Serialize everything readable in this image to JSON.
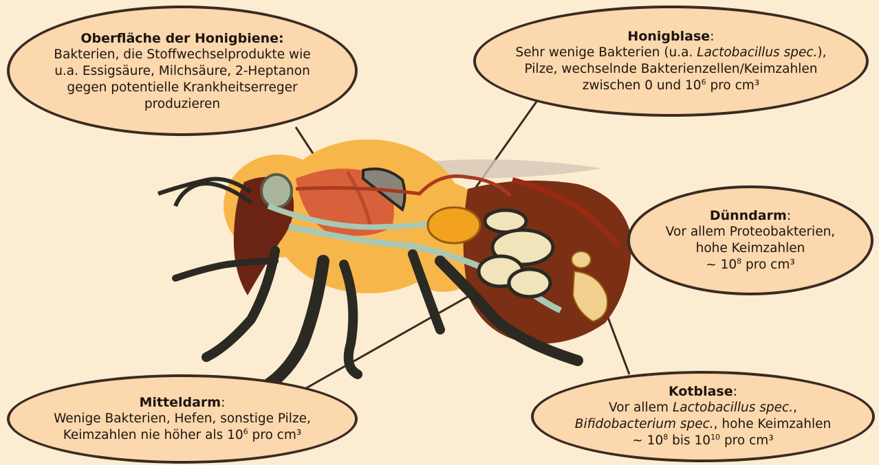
{
  "callouts": {
    "surface": {
      "title": "Oberfläche der Honigbiene:",
      "lines": [
        "Bakterien, die Stoffwechselprodukte wie",
        "u.a. Essigsäure, Milchsäure, 2-Heptanon",
        "gegen potentielle Krankheitserreger",
        "produzieren"
      ]
    },
    "crop": {
      "title": "Honigblase",
      "colon": ":",
      "line1_a": "Sehr wenige Bakterien (u.a. ",
      "line1_italic": "Lactobacillus spec.",
      "line1_b": "),",
      "line2": "Pilze, wechselnde Bakterienzellen/Keimzahlen",
      "line3_a": "zwischen 0 und 10",
      "line3_sup": "6",
      "line3_b": " pro cm³"
    },
    "ileum": {
      "title": "Dünndarm",
      "colon": ":",
      "line1": "Vor allem Proteobakterien,",
      "line2": "hohe Keimzahlen",
      "line3_a": "~ 10",
      "line3_sup": "8",
      "line3_b": " pro cm³"
    },
    "midgut": {
      "title": "Mitteldarm",
      "colon": ":",
      "line1": "Wenige Bakterien, Hefen, sonstige Pilze,",
      "line2_a": "Keimzahlen nie höher als 10",
      "line2_sup": "6",
      "line2_b": " pro cm³"
    },
    "rectum": {
      "title": "Kotblase",
      "colon": ":",
      "line1_a": "Vor allem ",
      "line1_italic": "Lactobacillus spec.",
      "line1_b": ",",
      "line2_italic": "Bifidobacterium spec.",
      "line2_b": ", hohe Keimzahlen",
      "line3_a": "~ 10",
      "line3_sup1": "8",
      "line3_mid": " bis 10",
      "line3_sup2": "10",
      "line3_b": " pro cm³"
    }
  },
  "colors": {
    "background": "#fcecd2",
    "callout_fill": "#fbd8ad",
    "outline": "#3b2a22",
    "hair": "#f7b64a",
    "legs": "#2a2a22",
    "abdomen": "#7b2f14",
    "thorax_muscle": "#d8603a",
    "crop": "#f2a21e",
    "gut": "#a9c8b4"
  }
}
